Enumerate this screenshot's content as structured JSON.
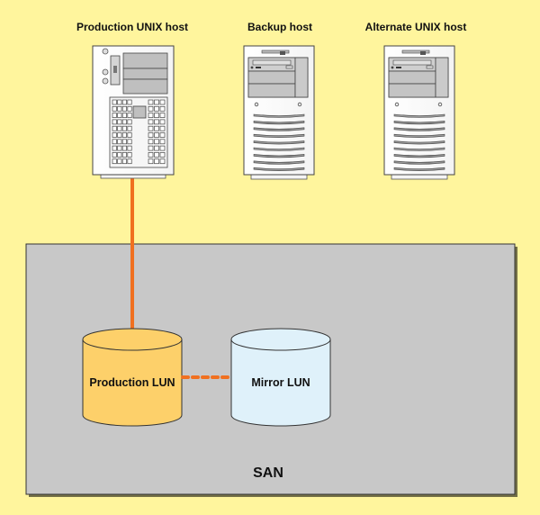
{
  "diagram": {
    "background_color": "#fff59d",
    "hosts": [
      {
        "id": "production",
        "label": "Production UNIX host",
        "style": "tower-grid"
      },
      {
        "id": "backup",
        "label": "Backup host",
        "style": "tower-vents"
      },
      {
        "id": "alternate",
        "label": "Alternate UNIX host",
        "style": "tower-vents"
      }
    ],
    "san": {
      "label": "SAN",
      "fill_color": "#c8c8c8"
    },
    "luns": [
      {
        "id": "production-lun",
        "label": "Production LUN",
        "fill_color": "#fdd06a"
      },
      {
        "id": "mirror-lun",
        "label": "Mirror LUN",
        "fill_color": "#dff1fa"
      }
    ],
    "connections": [
      {
        "from": "Production UNIX host",
        "to": "Production LUN",
        "style": "solid",
        "color": "#f07020"
      },
      {
        "from": "Production LUN",
        "to": "Mirror LUN",
        "style": "dashed",
        "color": "#f07020"
      }
    ]
  }
}
